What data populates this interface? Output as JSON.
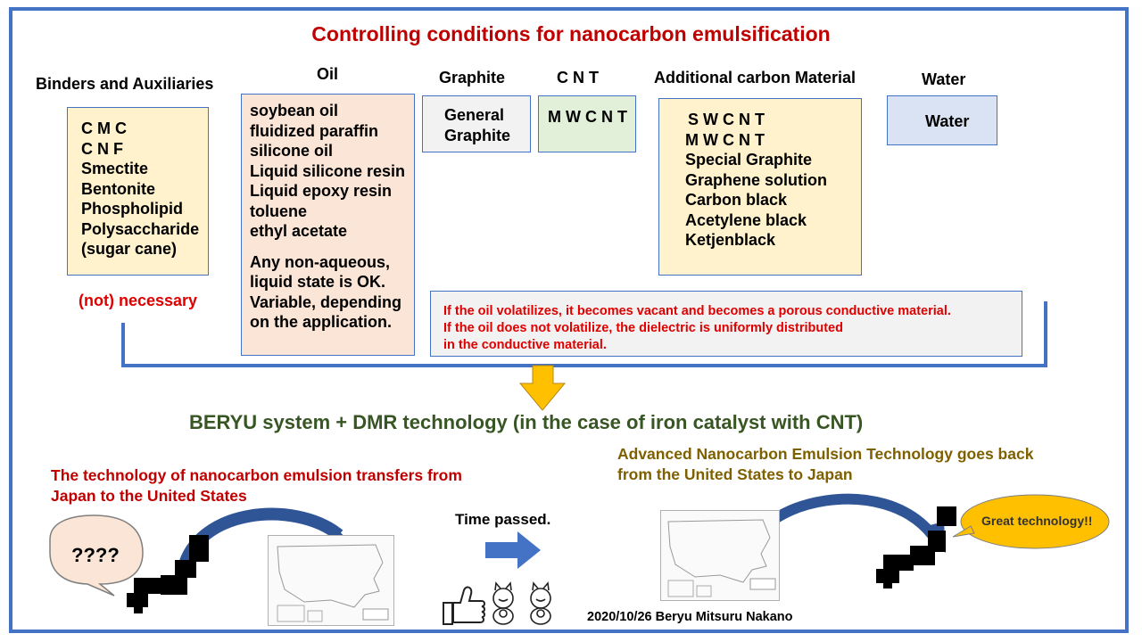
{
  "title": "Controlling conditions for nanocarbon emulsification",
  "columns": {
    "binders": {
      "header": "Binders and Auxiliaries",
      "items": [
        "C M C",
        "C N F",
        "Smectite",
        "Bentonite",
        "Phospholipid",
        "Polysaccharide",
        "(sugar cane)"
      ],
      "footnote": "(not) necessary"
    },
    "oil": {
      "header": "Oil",
      "items": [
        "soybean oil",
        "fluidized paraffin",
        "silicone oil",
        "Liquid silicone resin",
        "Liquid epoxy resin",
        "toluene",
        "ethyl acetate"
      ],
      "notes": [
        "Any non-aqueous,",
        "liquid state is OK.",
        "Variable, depending",
        "on the application."
      ]
    },
    "graphite": {
      "header": "Graphite",
      "items": [
        "General",
        "Graphite"
      ]
    },
    "cnt": {
      "header": "C N T",
      "items": [
        "M W C N T"
      ]
    },
    "additional": {
      "header": "Additional carbon Material",
      "items": [
        "S W C N T",
        "M W C N T",
        "Special Graphite",
        "Graphene solution",
        "Carbon black",
        "Acetylene black",
        "Ketjenblack"
      ]
    },
    "water": {
      "header": "Water",
      "items": [
        "Water"
      ]
    }
  },
  "volatility_note": [
    "If the oil volatilizes, it becomes vacant and becomes a porous conductive material.",
    "If the oil does not volatilize, the dielectric is uniformly distributed",
    "in the conductive material."
  ],
  "system_heading": "BERYU system + DMR technology (in the case of iron catalyst with CNT)",
  "left_story": [
    "The technology of nanocarbon emulsion transfers from",
    "Japan to the United States"
  ],
  "right_story": [
    "Advanced Nanocarbon Emulsion Technology goes back",
    "from the United States to Japan"
  ],
  "time_label": "Time passed.",
  "bubble_left": "????",
  "bubble_right": "Great technology!!",
  "credit": "2020/10/26 Beryu Mitsuru Nakano",
  "colors": {
    "frame": "#4472c4",
    "title": "#c00000",
    "binders_box": "#fff2cc",
    "oil_box": "#fbe5d6",
    "graphite_box": "#f2f2f2",
    "cnt_box": "#e2f0d9",
    "water_box": "#dae3f3",
    "bubble_gold": "#ffc000",
    "bubble_pink": "#fbe5d6",
    "down_arrow": "#ffc000",
    "arrow_blue": "#4472c4"
  },
  "icons": [
    "thumbs-up-icon",
    "lucky-cat-icon",
    "lucky-cat-icon"
  ]
}
